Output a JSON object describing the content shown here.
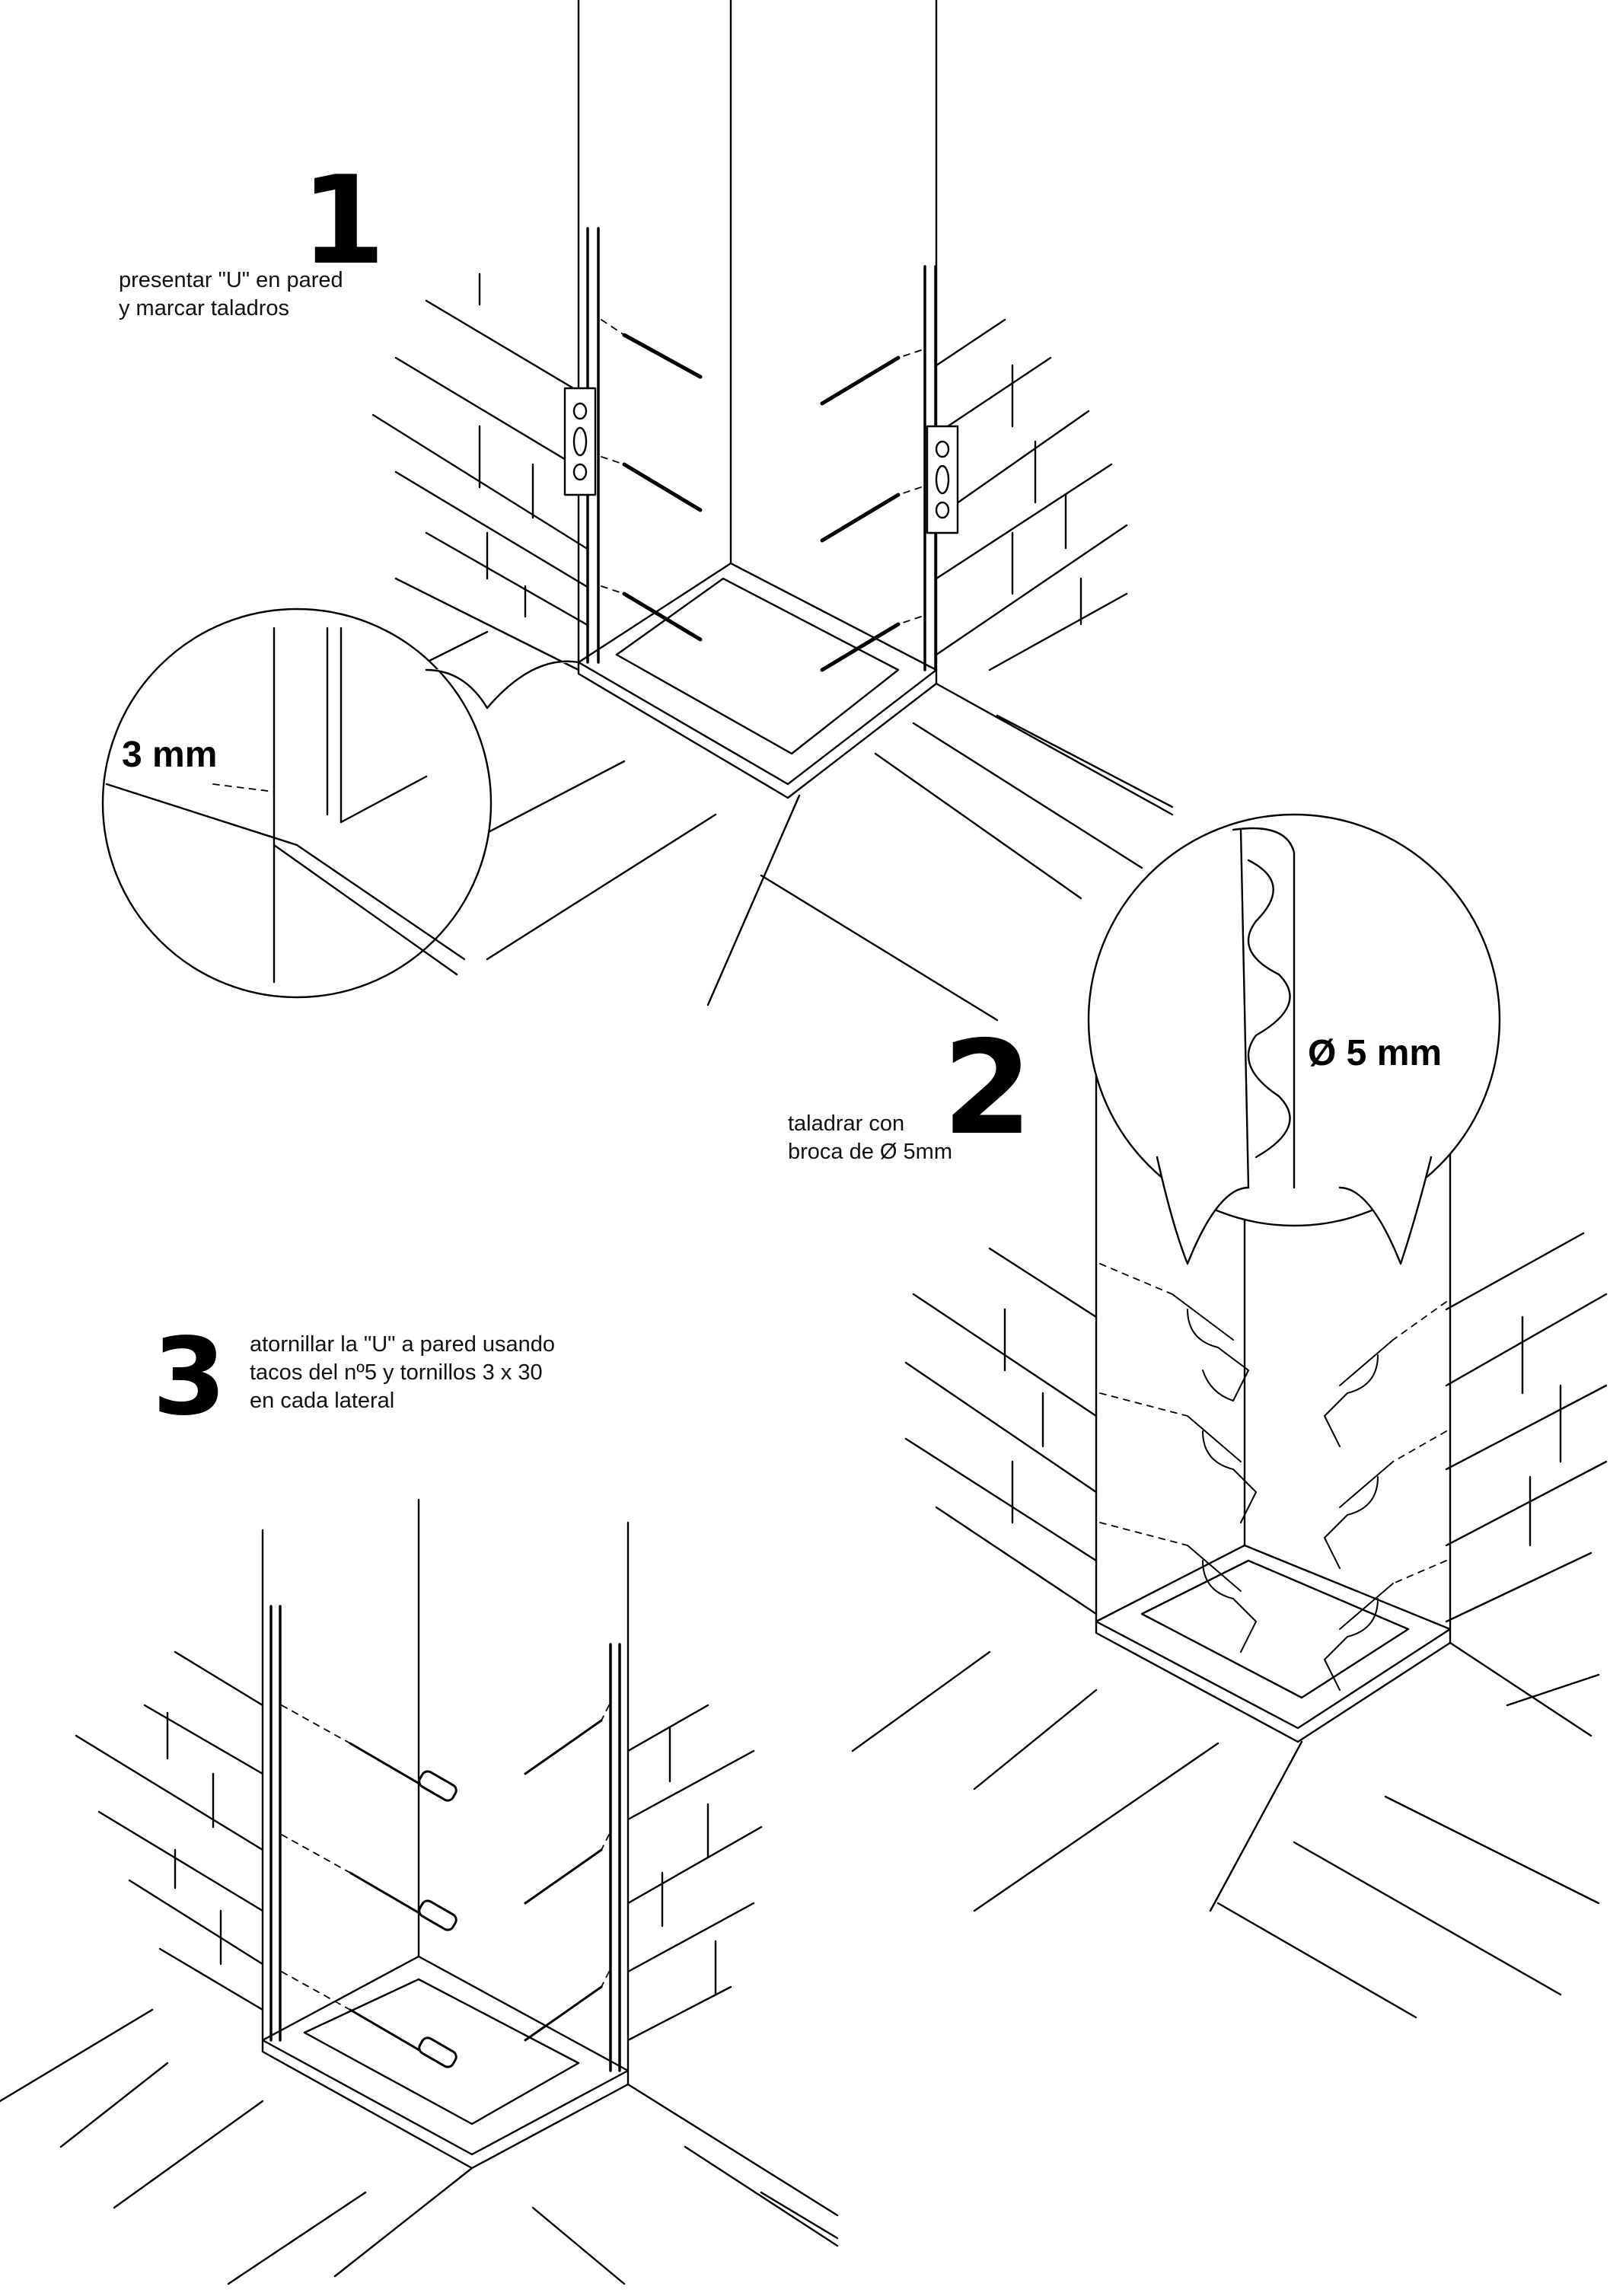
{
  "steps": [
    {
      "number": "1",
      "text": "presentar \"U\" en pared\ny marcar taladros",
      "detail_label": "3 mm"
    },
    {
      "number": "2",
      "text": "taladrar con\nbroca de Ø 5mm",
      "detail_label": "Ø 5 mm"
    },
    {
      "number": "3",
      "text": "atornillar la \"U\" a pared usando\ntacos del nº5 y tornillos 3 x 30\nen cada lateral"
    }
  ],
  "colors": {
    "ink": "#000000",
    "paper": "#ffffff"
  },
  "icons": [
    "drill-icon",
    "wall-plug-icon",
    "screw-icon",
    "drill-bit-icon",
    "u-profile-icon"
  ]
}
